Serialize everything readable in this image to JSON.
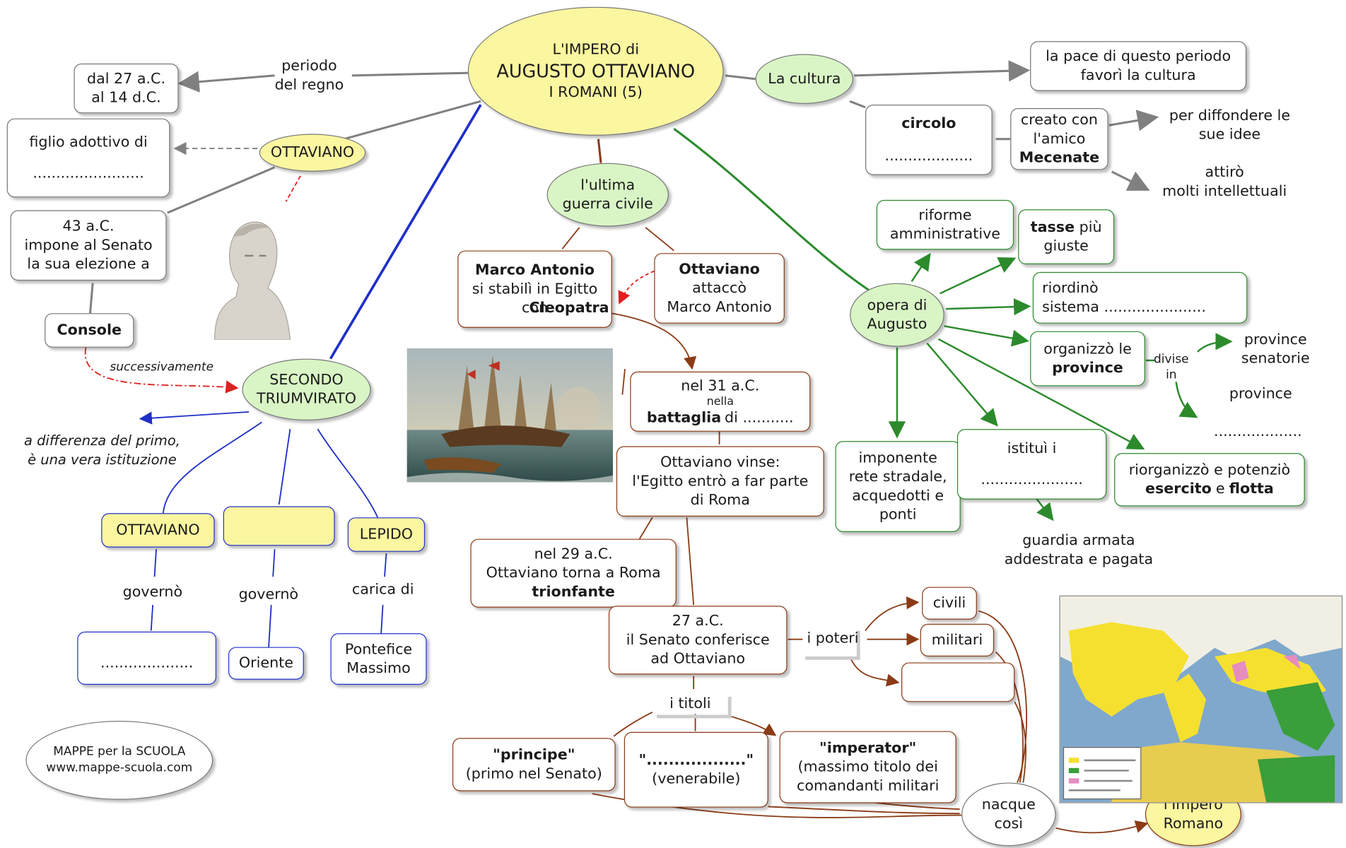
{
  "title": {
    "line1": "L'IMPERO di",
    "line2": "AUGUSTO OTTAVIANO",
    "line3": "I ROMANI (5)"
  },
  "reign": {
    "link": "periodo\ndel regno",
    "dates": "dal 27 a.C.\nal 14 d.C."
  },
  "ottaviano_node": {
    "label": "OTTAVIANO"
  },
  "adoptive": {
    "text": "figlio adottivo di",
    "blank": "........................"
  },
  "year43": {
    "text": "43 a.C.\nimpone al Senato\nla sua elezione a"
  },
  "console": {
    "label": "Console"
  },
  "successively": {
    "label": "successivamente"
  },
  "triumvirate": {
    "label": "SECONDO\nTRIUMVIRATO"
  },
  "difference": {
    "text": "a differenza del primo,\nè una vera istituzione"
  },
  "triumvirs": [
    {
      "name": "OTTAVIANO",
      "link": "governò",
      "target": "...................."
    },
    {
      "name": "",
      "link": "governò",
      "target": "Oriente"
    },
    {
      "name": "LEPIDO",
      "link": "carica di",
      "target": "Pontefice\nMassimo"
    }
  ],
  "footer": {
    "line1": "MAPPE per la SCUOLA",
    "line2": "www.mappe-scuola.com"
  },
  "civil_war": {
    "label": "l'ultima\nguerra civile"
  },
  "marco_antonio": {
    "bold": "Marco Antonio",
    "text": "si stabilì in Egitto\ncon",
    "bold2": "Cleopatra"
  },
  "ottaviano_attack": {
    "bold": "Ottaviano",
    "text": "attaccò\nMarco Antonio"
  },
  "battle": {
    "line1": "nel 31 a.C.",
    "line2": "nella",
    "bold": "battaglia",
    "line3": "di ..........."
  },
  "victory": {
    "text": "Ottaviano vinse:\nl'Egitto entrò a far parte\ndi Roma"
  },
  "return29": {
    "text": "nel 29 a.C.\nOttaviano torna a Roma",
    "bold": "trionfante"
  },
  "senate27": {
    "text": "27 a.C.\nil Senato conferisce\nad Ottaviano"
  },
  "powers": {
    "label": "i poteri",
    "items": [
      "civili",
      "militari",
      ""
    ]
  },
  "titles": {
    "label": "i titoli",
    "items": [
      {
        "bold": "\"principe\"",
        "text": "(primo nel Senato)"
      },
      {
        "bold": "\"..................\"",
        "text": "(venerabile)"
      },
      {
        "bold": "\"imperator\"",
        "text": "(massimo titolo dei\ncomandanti militari"
      }
    ]
  },
  "born": {
    "label": "nacque\ncosì"
  },
  "empire": {
    "label": "l'Impero\nRomano"
  },
  "culture": {
    "label": "La cultura",
    "peace": "la pace di questo periodo\nfavorì la cultura",
    "circle_bold": "circolo",
    "circle_blank": "...................",
    "friend": "creato con\nl'amico",
    "friend_bold": "Mecenate",
    "spread": "per diffondere le\nsue idee",
    "attract": "attirò\nmolti intellettuali"
  },
  "works": {
    "label": "opera di\nAugusto",
    "reforms": "riforme\namministrative",
    "taxes_bold": "tasse",
    "taxes": "più\ngiuste",
    "reorder": "riordinò\nsistema ......................",
    "provinces_text": "organizzò le",
    "provinces_bold": "province",
    "divided": "divise\nin",
    "senatorial": "province\nsenatorie",
    "other_prov": "province",
    "other_blank": "...................",
    "roads": "imponente\nrete stradale,\nacquedotti e\nponti",
    "instituted": "istituì i",
    "instituted_blank": "......................",
    "guard": "guardia armata\naddestrata e pagata",
    "army_text": "riorganizzò e potenziò",
    "army_bold1": "esercito",
    "army_and": "e",
    "army_bold2": "flotta"
  },
  "colors": {
    "brown": "#8a3b16",
    "blue": "#1f2fc8",
    "green": "#2c8a2c",
    "gray": "#808080",
    "red": "#e02020"
  }
}
